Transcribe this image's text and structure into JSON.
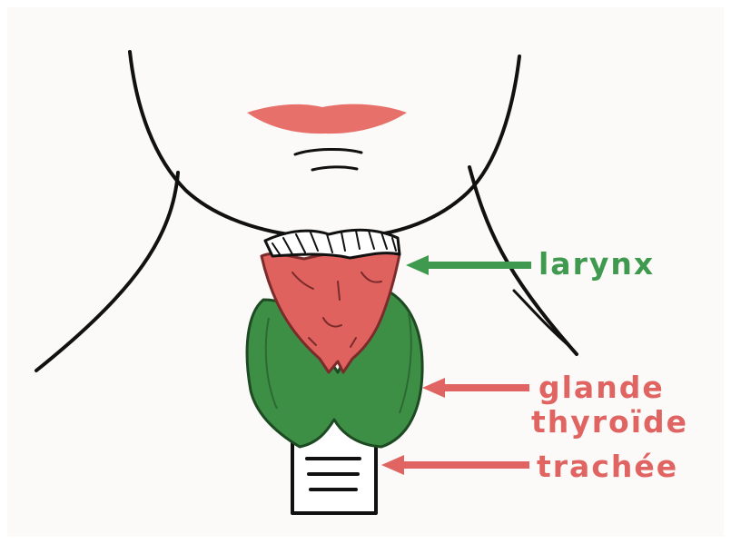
{
  "labels": {
    "larynx": "larynx",
    "thyroid_line1": "glande",
    "thyroid_line2": "thyroïde",
    "trachea": "trachée"
  },
  "colors": {
    "background": "#fbfaf8",
    "outline": "#111111",
    "larynx": "#e0625f",
    "thyroid": "#3e8f46",
    "lips": "#e8706a",
    "green_arrow": "#3f9a4f",
    "red_arrow": "#e06462"
  }
}
